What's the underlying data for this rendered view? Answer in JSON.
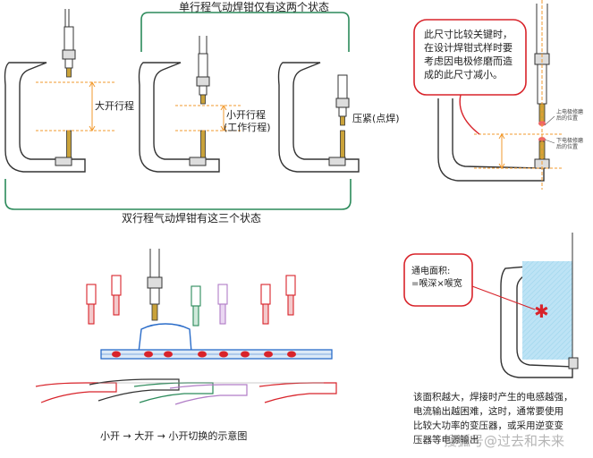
{
  "top_group": {
    "header": "单行程气动焊钳仅有这两个状态",
    "footer": "双行程气动焊钳有这三个状态",
    "large_open": "大开行程",
    "small_open_1": "小开行程",
    "small_open_2": "(工作行程)",
    "clamp": "压紧(点焊)"
  },
  "top_right": {
    "callout": [
      "此尺寸比较关键时，",
      "在设计焊钳式样时要",
      "考虑因电极修磨而造",
      "成的此尺寸减小。"
    ],
    "upper_pos_1": "上电极修磨",
    "upper_pos_2": "后的位置",
    "lower_pos_1": "下电极修磨",
    "lower_pos_2": "后的位置"
  },
  "bottom_left": {
    "caption": "小开 → 大开 → 小开切换的示意图"
  },
  "bottom_right": {
    "area_label_1": "通电面积:",
    "area_label_2": "=喉深×喉宽",
    "note": [
      "该面积越大，焊接时产生的电感越强，",
      "电流输出越困难，这时，通常要使用",
      "比较大功率的变压器，或采用逆变变",
      "压器等电源输出"
    ]
  },
  "watermark": "搜狐号@过去和未来",
  "colors": {
    "orange": "#f29a2e",
    "green": "#2b8a5a",
    "red": "#d8232a",
    "blue": "#2a6cc9",
    "electrode_gold": "#c9a23a"
  }
}
